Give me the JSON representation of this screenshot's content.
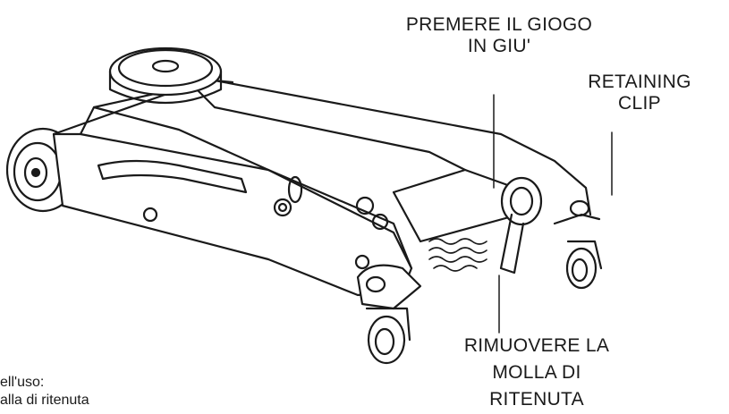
{
  "callouts": {
    "push_yoke": [
      "PREMERE IL GIOGO",
      "IN GIU'"
    ],
    "retaining_clip": [
      "RETAINING",
      "CLIP"
    ],
    "remove_spring": [
      "RIMUOVERE LA",
      "MOLLA DI",
      "RITENUTA"
    ]
  },
  "notes": [
    "ell'uso:",
    "alla di ritenuta"
  ]
}
